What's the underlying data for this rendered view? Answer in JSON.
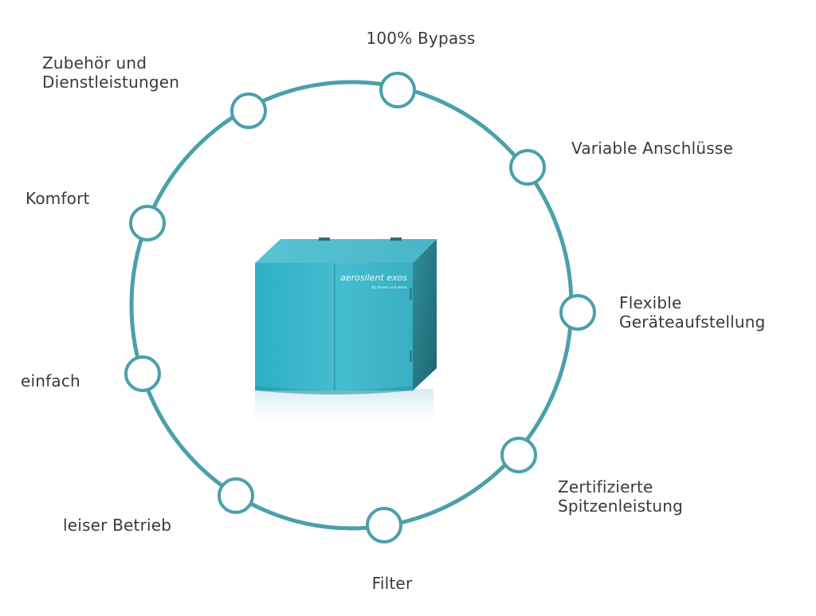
{
  "diagram": {
    "colors": {
      "ring": "#4aa0ab",
      "node_fill": "#ffffff",
      "text": "#3a3a3a",
      "product_body": "#3fb8cc",
      "product_side": "#2b8b97"
    },
    "features": [
      {
        "id": "bypass",
        "lines": [
          "100% Bypass"
        ]
      },
      {
        "id": "anschluesse",
        "lines": [
          "Variable Anschlüsse"
        ]
      },
      {
        "id": "aufstellung",
        "lines": [
          "Flexible",
          "Geräteaufstellung"
        ]
      },
      {
        "id": "spitzenleistung",
        "lines": [
          "Zertifizierte",
          "Spitzenleistung"
        ]
      },
      {
        "id": "filter",
        "lines": [
          "Filter"
        ]
      },
      {
        "id": "leise",
        "lines": [
          "leiser Betrieb"
        ]
      },
      {
        "id": "einfach",
        "lines": [
          "einfach"
        ]
      },
      {
        "id": "komfort",
        "lines": [
          "Komfort"
        ]
      },
      {
        "id": "zubehoer",
        "lines": [
          "Zubehör und",
          "Dienstleistungen"
        ]
      }
    ],
    "product": {
      "brand": "aerosilent exos",
      "tagline": "by drexel und weiss"
    }
  }
}
